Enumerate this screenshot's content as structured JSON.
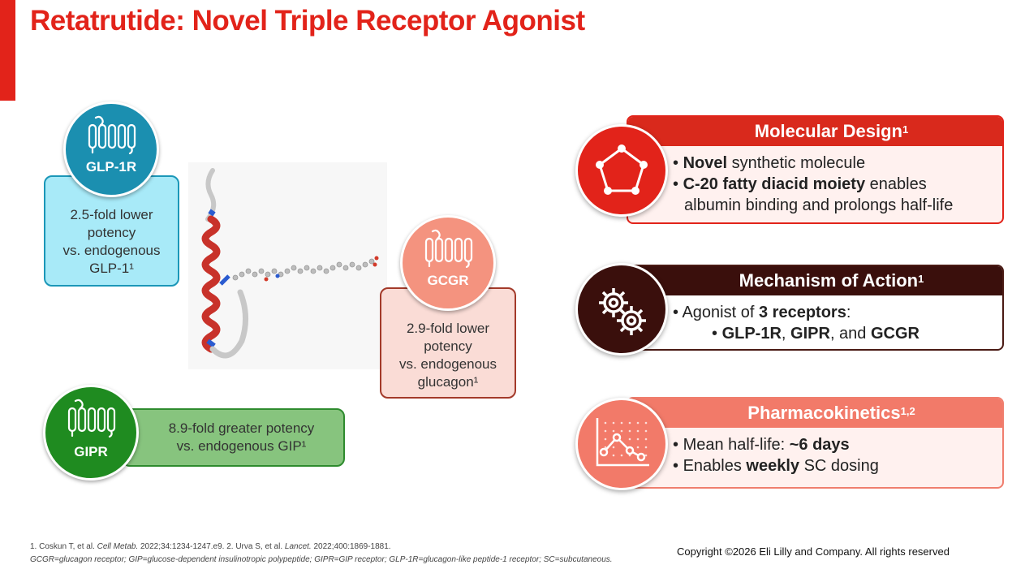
{
  "title": "Retatrutide: Novel Triple Receptor Agonist",
  "receptors": {
    "glp1r": {
      "name": "GLP-1R",
      "lines": [
        "2.5-fold lower",
        "potency",
        "vs. endogenous",
        "GLP-1¹"
      ],
      "color": "#1b8fb0"
    },
    "gcgr": {
      "name": "GCGR",
      "lines": [
        "2.9-fold lower",
        "potency",
        "vs. endogenous",
        "glucagon¹"
      ],
      "color": "#f4937f"
    },
    "gipr": {
      "name": "GIPR",
      "lines": [
        "8.9-fold greater potency",
        "vs. endogenous GIP¹"
      ],
      "color": "#1f8b20"
    }
  },
  "panels": {
    "molecular": {
      "header": "Molecular Design",
      "sup": "1",
      "icon": "pentagon-molecule-icon",
      "b1_bold": "Novel",
      "b1_rest": " synthetic molecule",
      "b2_bold": "C-20 fatty diacid moiety",
      "b2_rest": " enables",
      "b2_cont": "albumin binding and prolongs half-life"
    },
    "mechanism": {
      "header": "Mechanism of Action",
      "sup": "1",
      "icon": "gears-icon",
      "b1_pre": "Agonist of ",
      "b1_bold": "3 receptors",
      "b1_post": ":",
      "sub_r1": "GLP-1R",
      "sub_sep1": ", ",
      "sub_r2": "GIPR",
      "sub_sep2": ", and ",
      "sub_r3": "GCGR"
    },
    "pk": {
      "header": "Pharmacokinetics",
      "sup": "1,2",
      "icon": "pk-curve-icon",
      "b1_pre": "Mean half-life: ",
      "b1_bold": "~6 days",
      "b2_pre": "Enables ",
      "b2_bold": "weekly",
      "b2_post": " SC dosing"
    }
  },
  "footnotes": {
    "ref1_pre": "1. Coskun T, et al. ",
    "ref1_journal": "Cell Metab.",
    "ref1_post": " 2022;34:1234-1247.e9. 2. Urva S, et al. ",
    "ref2_journal": "Lancet.",
    "ref2_post": " 2022;400:1869-1881.",
    "abbrev": "GCGR=glucagon receptor; GIP=glucose-dependent insulinotropic polypeptide; GIPR=GIP receptor; GLP-1R=glucagon-like peptide-1 receptor; SC=subcutaneous."
  },
  "copyright": "Copyright ©2026 Eli Lilly and Company. All rights reserved"
}
